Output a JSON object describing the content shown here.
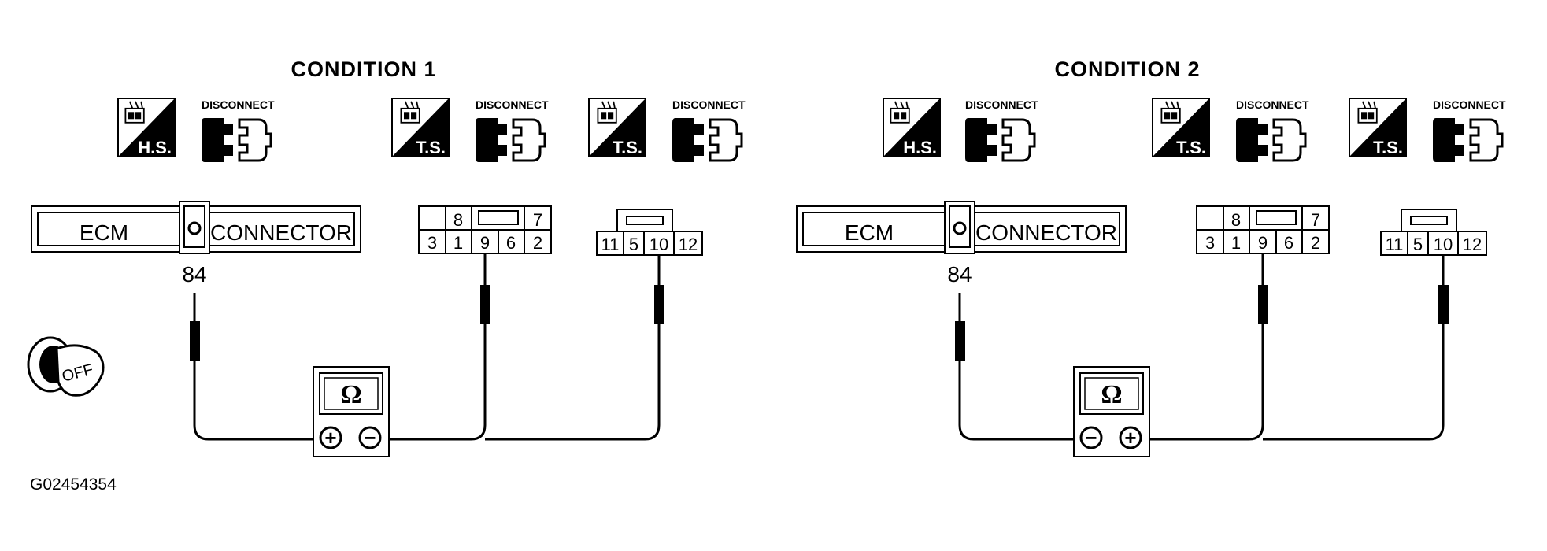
{
  "figure_id": "G02454354",
  "ignition_key": {
    "label": "OFF"
  },
  "conditions": [
    {
      "title": "CONDITION 1",
      "tools": [
        {
          "badge": "H.S.",
          "action": "DISCONNECT"
        },
        {
          "badge": "T.S.",
          "action": "DISCONNECT"
        },
        {
          "badge": "T.S.",
          "action": "DISCONNECT"
        }
      ],
      "ecm": {
        "left": "ECM",
        "right": "CONNECTOR",
        "terminal": "84"
      },
      "connector_a": {
        "top": [
          "8",
          "7"
        ],
        "bottom": [
          "3",
          "1",
          "9",
          "6",
          "2"
        ]
      },
      "connector_b": {
        "bottom": [
          "11",
          "5",
          "10",
          "12"
        ]
      },
      "meter": {
        "symbol": "Ω",
        "left_terminal": "+",
        "right_terminal": "−"
      }
    },
    {
      "title": "CONDITION 2",
      "tools": [
        {
          "badge": "H.S.",
          "action": "DISCONNECT"
        },
        {
          "badge": "T.S.",
          "action": "DISCONNECT"
        },
        {
          "badge": "T.S.",
          "action": "DISCONNECT"
        }
      ],
      "ecm": {
        "left": "ECM",
        "right": "CONNECTOR",
        "terminal": "84"
      },
      "connector_a": {
        "top": [
          "8",
          "7"
        ],
        "bottom": [
          "3",
          "1",
          "9",
          "6",
          "2"
        ]
      },
      "connector_b": {
        "bottom": [
          "11",
          "5",
          "10",
          "12"
        ]
      },
      "meter": {
        "symbol": "Ω",
        "left_terminal": "−",
        "right_terminal": "+"
      }
    }
  ]
}
